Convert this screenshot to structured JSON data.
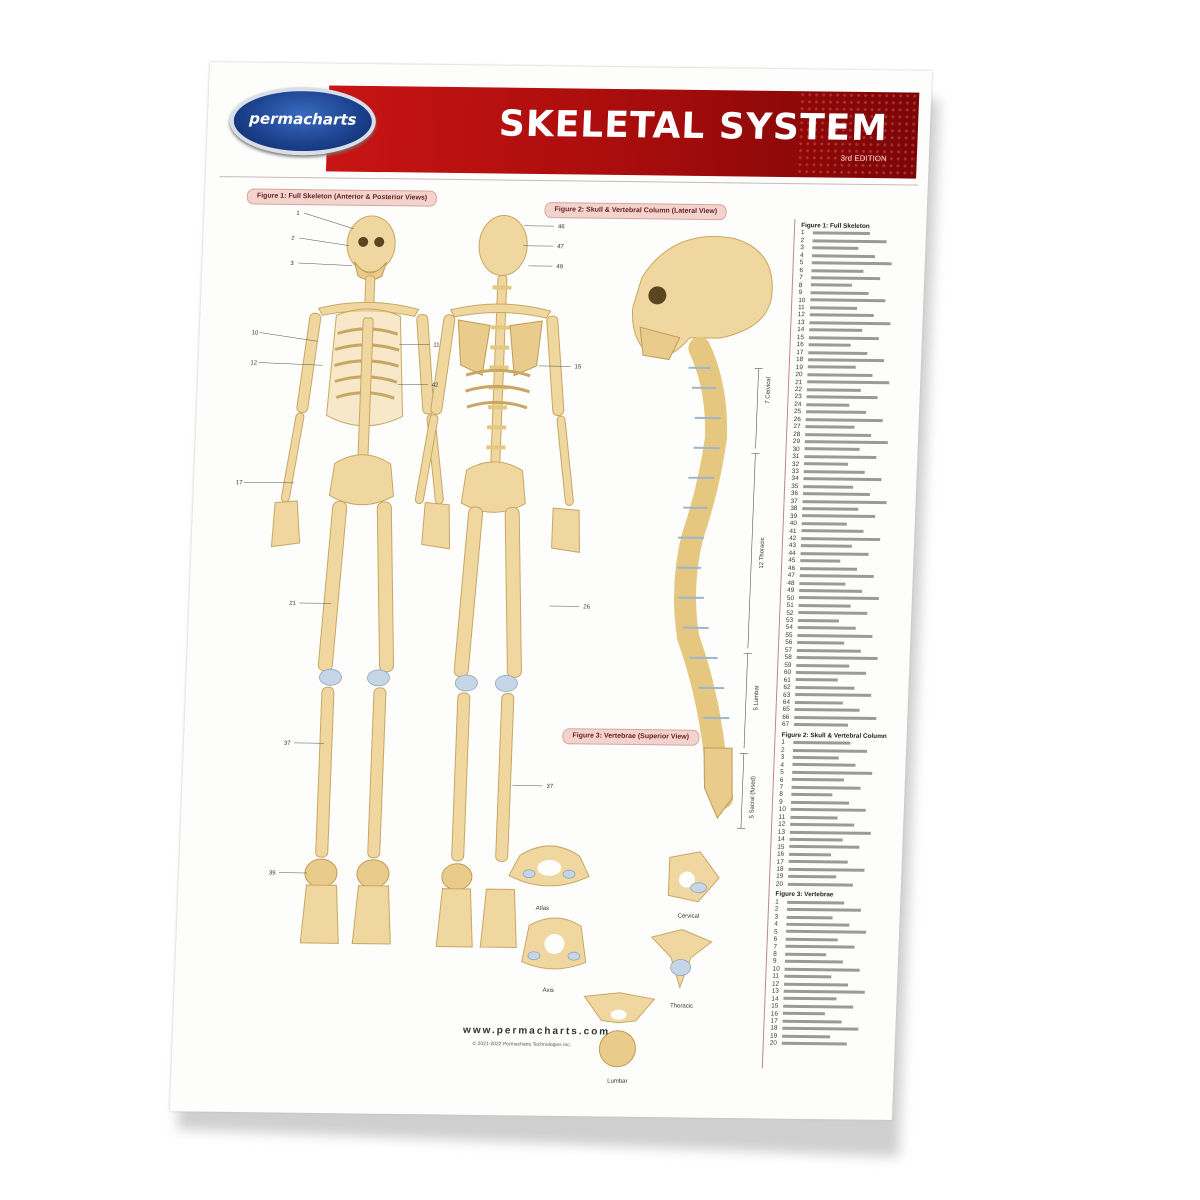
{
  "header": {
    "logo_text": "permacharts",
    "title": "SKELETAL SYSTEM",
    "edition": "3rd EDITION"
  },
  "figures": {
    "fig1": "Figure 1: Full Skeleton (Anterior & Posterior Views)",
    "fig2": "Figure 2: Skull & Vertebral Column (Lateral View)",
    "fig3": "Figure 3: Vertebrae (Superior View)"
  },
  "spine_regions": [
    "7 Cervical",
    "12 Thoracic",
    "5 Lumbar",
    "5 Sacral (fused)"
  ],
  "vertebrae_labels": [
    "Atlas",
    "Cervical",
    "Axis",
    "Thoracic",
    "Lumbar"
  ],
  "legend": {
    "fig1_heading": "Figure 1: Full Skeleton",
    "fig2_heading": "Figure 2: Skull & Vertebral Column",
    "fig3_heading": "Figure 3: Vertebrae"
  },
  "footer": {
    "url": "www.permacharts.com",
    "copyright": "© 2021-2022 Permacharts Technologies Inc."
  }
}
